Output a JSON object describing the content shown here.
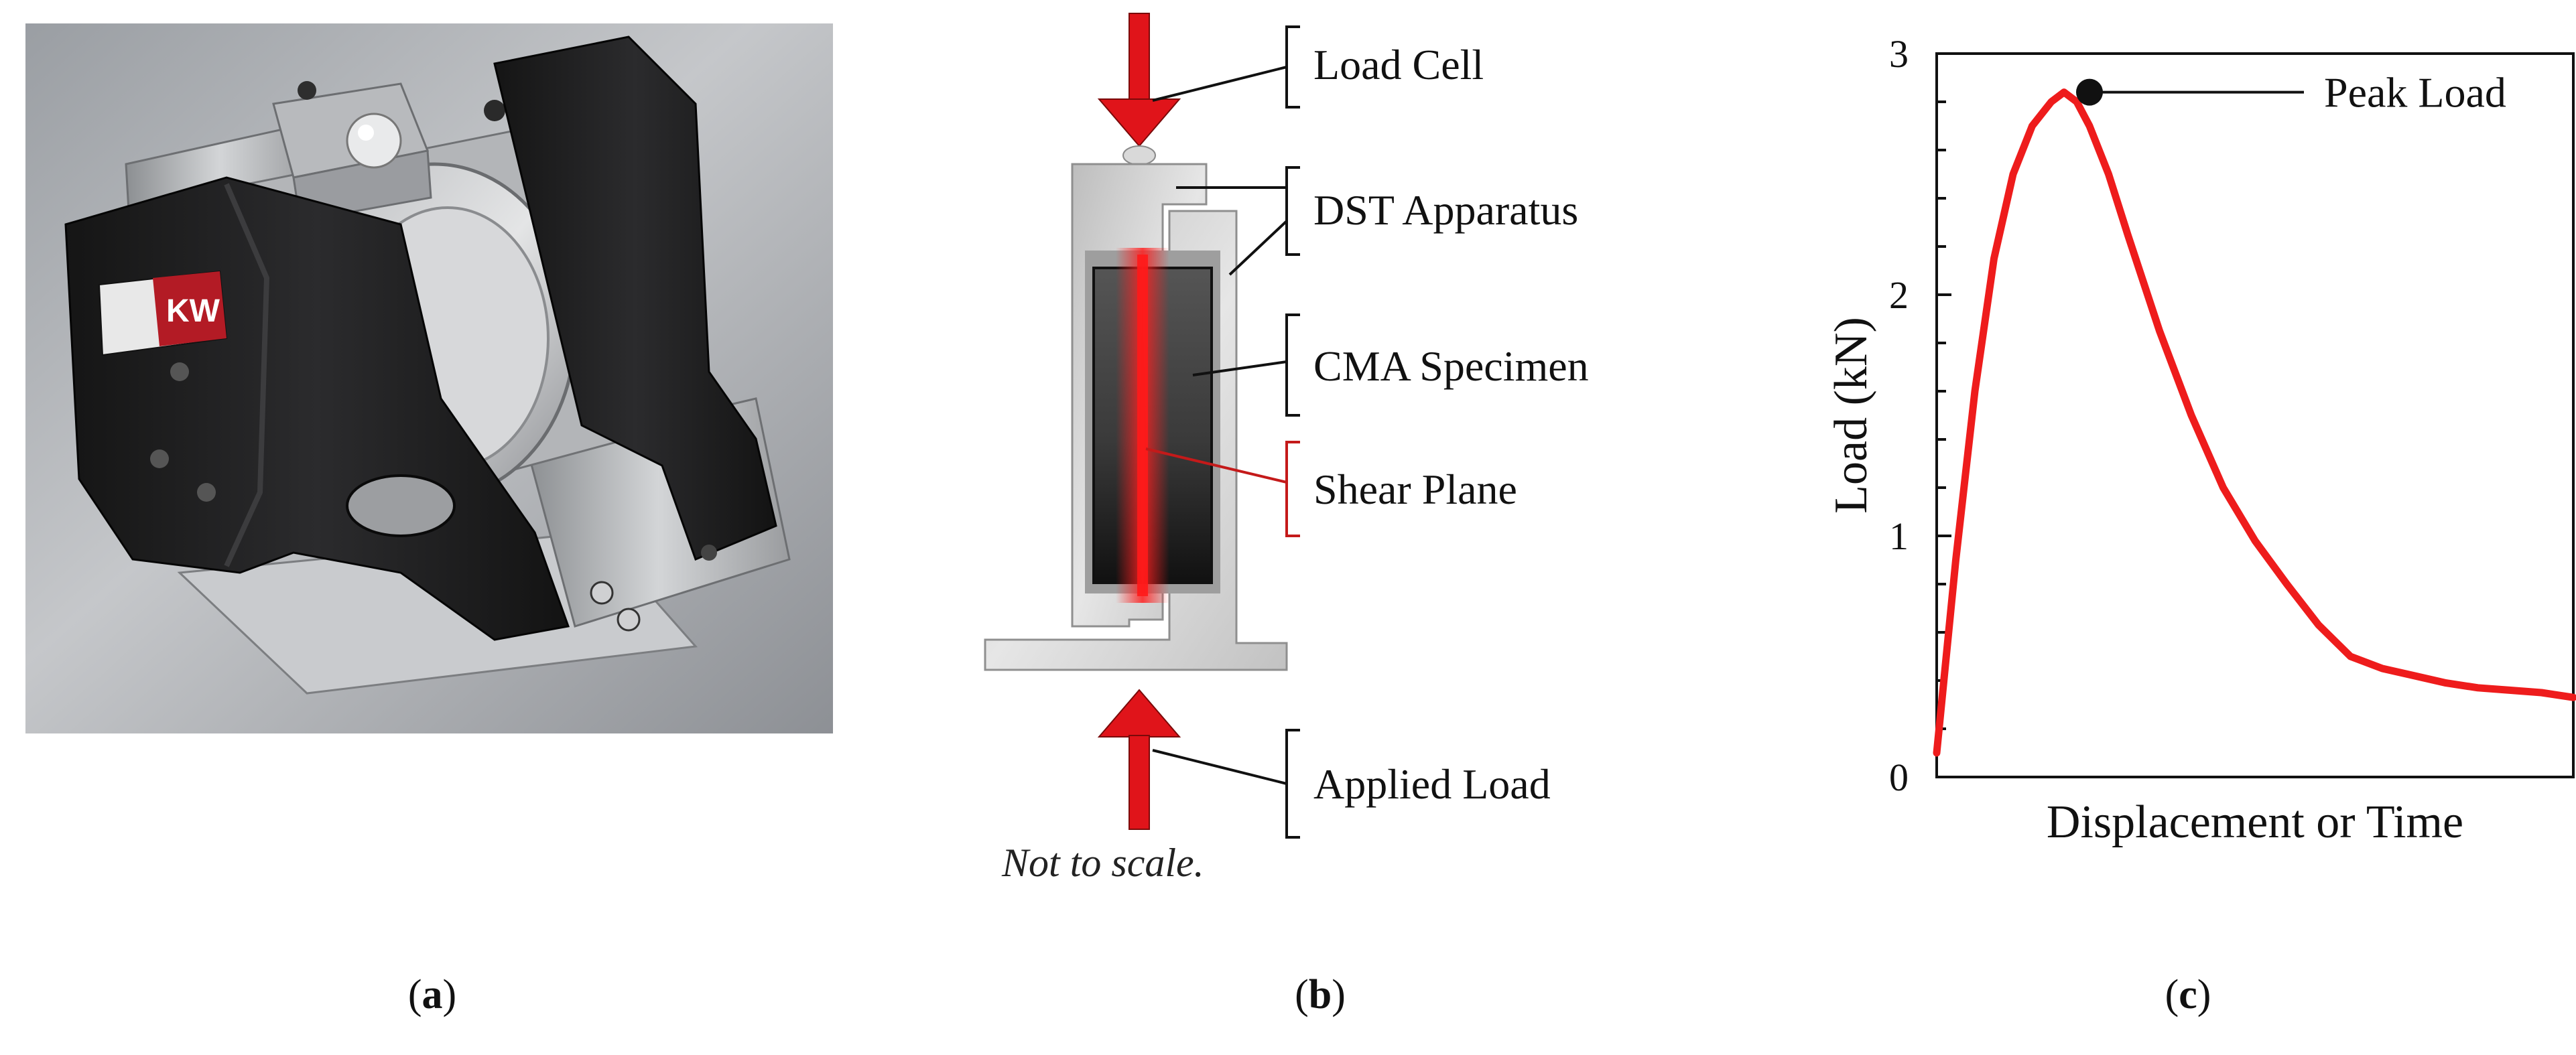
{
  "panel_a": {
    "logo_text": "KW"
  },
  "panel_b": {
    "labels": {
      "load_cell": "Load Cell",
      "dst_apparatus": "DST Apparatus",
      "cma_specimen": "CMA Specimen",
      "shear_plane": "Shear Plane",
      "applied_load": "Applied Load"
    },
    "note": "Not to scale.",
    "colors": {
      "arrow": "#e0141a",
      "shear": "#c41a1a",
      "apparatus": "#c9c9c9",
      "specimen": "#2d2d2d"
    }
  },
  "panel_c": {
    "annotation": "Peak Load",
    "chart_data": {
      "type": "line",
      "xlabel": "Displacement or Time",
      "ylabel": "Load (kN)",
      "ylim": [
        0,
        3
      ],
      "yticks": [
        "0",
        "1",
        "2",
        "3"
      ],
      "x_tick_labels": false,
      "series": [
        {
          "color": "#ee1c1c",
          "x": [
            0,
            0.03,
            0.06,
            0.09,
            0.12,
            0.15,
            0.18,
            0.2,
            0.22,
            0.24,
            0.27,
            0.3,
            0.35,
            0.4,
            0.45,
            0.5,
            0.55,
            0.6,
            0.65,
            0.7,
            0.75,
            0.8,
            0.85,
            0.9,
            0.95,
            1.0
          ],
          "y": [
            0.1,
            0.9,
            1.6,
            2.15,
            2.5,
            2.7,
            2.8,
            2.84,
            2.8,
            2.7,
            2.5,
            2.25,
            1.85,
            1.5,
            1.2,
            0.98,
            0.8,
            0.63,
            0.5,
            0.45,
            0.42,
            0.39,
            0.37,
            0.36,
            0.35,
            0.33
          ]
        }
      ],
      "peak": {
        "x": 0.24,
        "y": 2.84
      }
    }
  },
  "captions": {
    "a": "a",
    "b": "b",
    "c": "c"
  }
}
